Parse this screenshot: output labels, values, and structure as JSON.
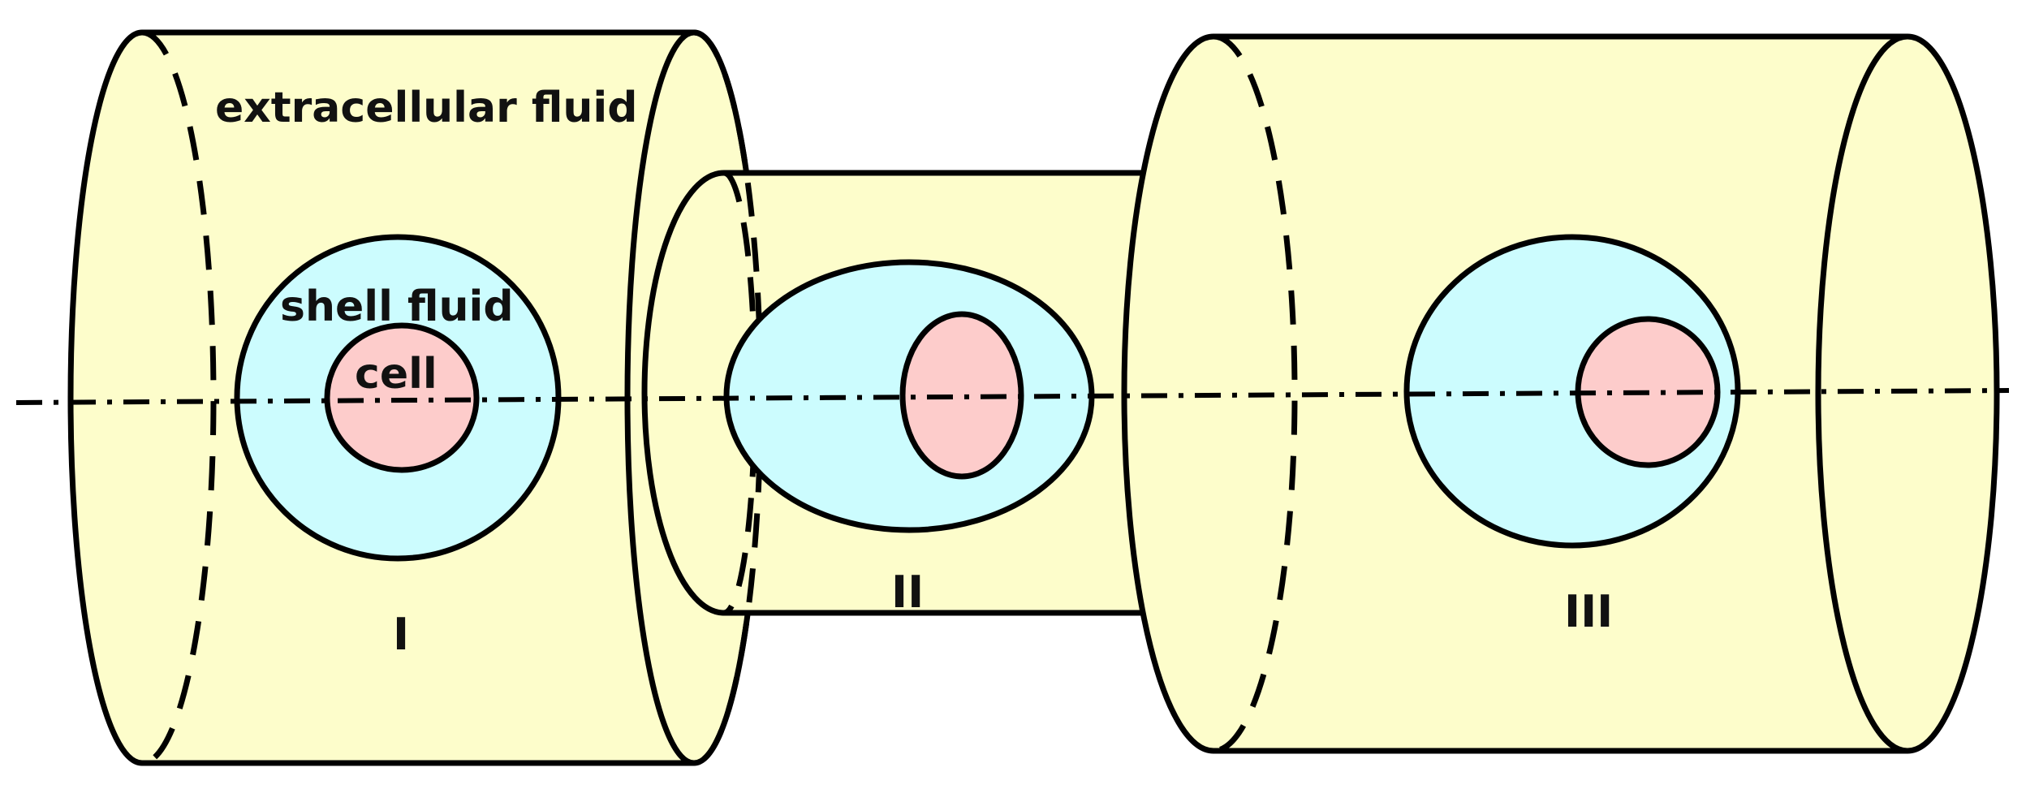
{
  "labels": {
    "extracellular_fluid": "extracellular fluid",
    "shell_fluid": "shell fluid",
    "cell": "cell",
    "segment_1": "I",
    "segment_2": "II",
    "segment_3": "III"
  },
  "colors": {
    "channel_fill": "#fdfdcb",
    "shell_fill": "#ccfcfe",
    "cell_fill": "#fdcccb",
    "stroke": "#000000",
    "background": "#ffffff"
  }
}
